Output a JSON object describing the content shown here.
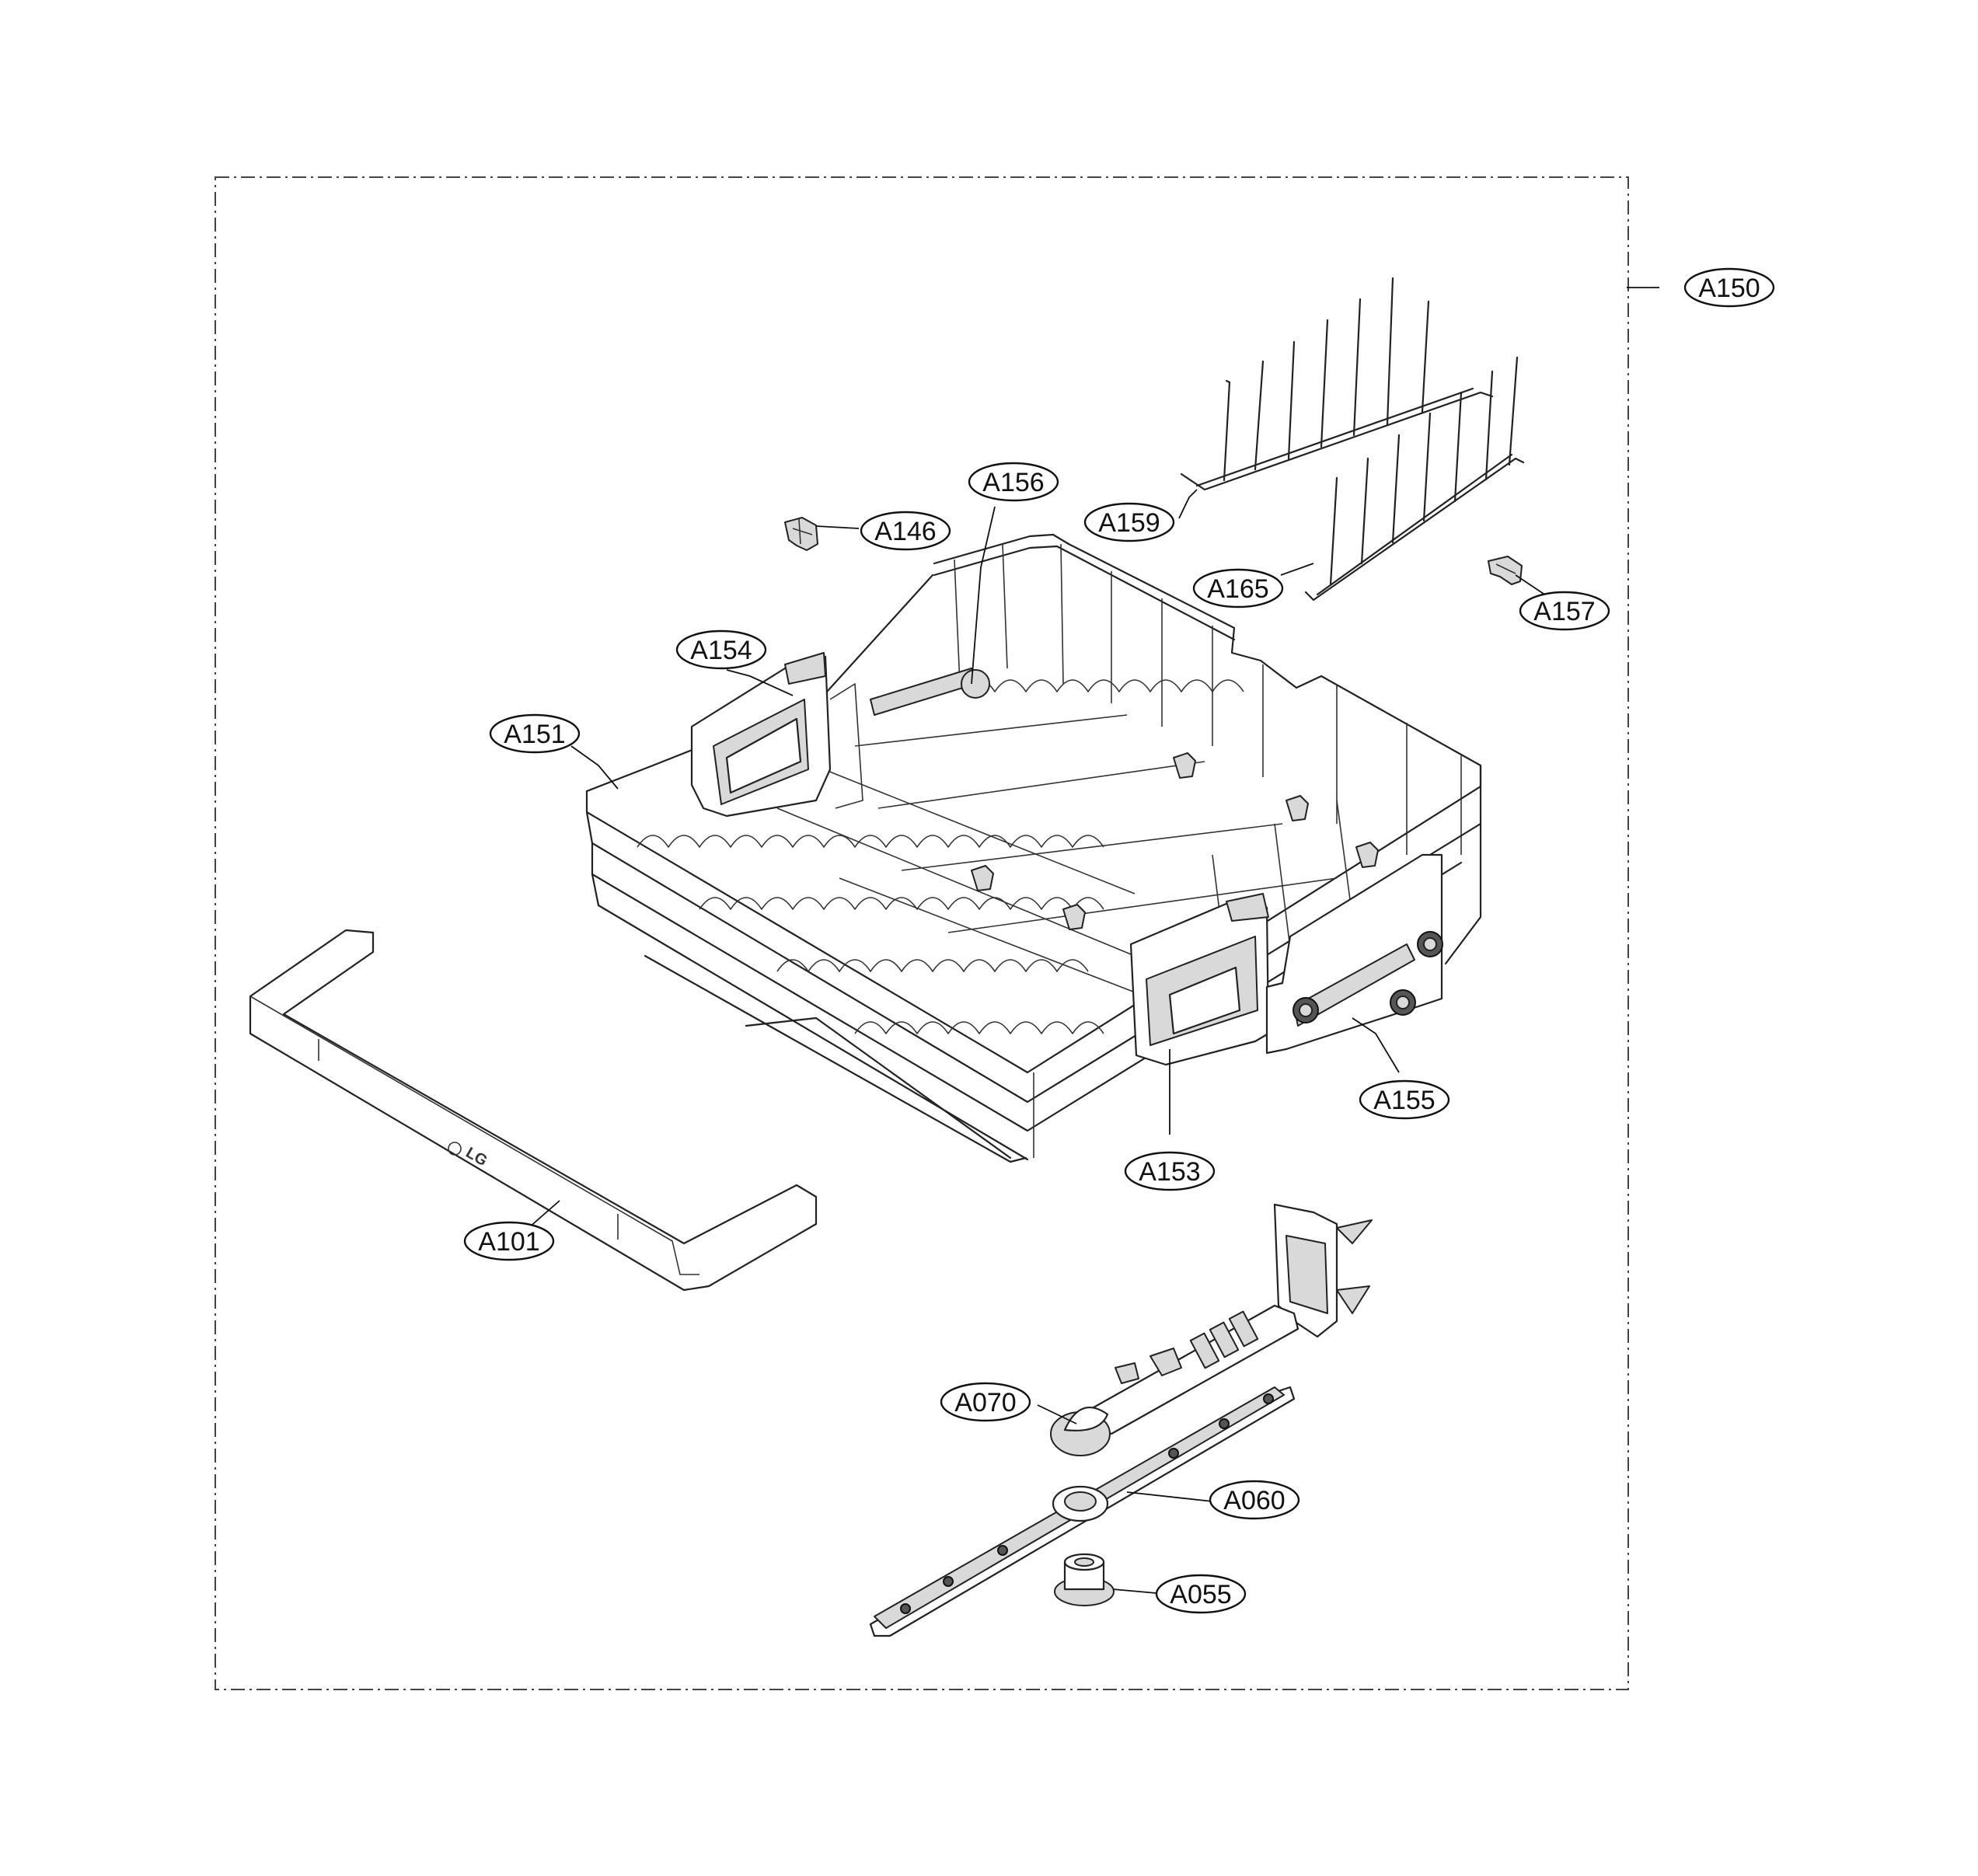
{
  "diagram": {
    "frame_label": "A150",
    "callouts": [
      {
        "id": "A150",
        "name": "callout-a150"
      },
      {
        "id": "A156",
        "name": "callout-a156"
      },
      {
        "id": "A146",
        "name": "callout-a146"
      },
      {
        "id": "A159",
        "name": "callout-a159"
      },
      {
        "id": "A165",
        "name": "callout-a165"
      },
      {
        "id": "A157",
        "name": "callout-a157"
      },
      {
        "id": "A154",
        "name": "callout-a154"
      },
      {
        "id": "A151",
        "name": "callout-a151"
      },
      {
        "id": "A155",
        "name": "callout-a155"
      },
      {
        "id": "A153",
        "name": "callout-a153"
      },
      {
        "id": "A101",
        "name": "callout-a101"
      },
      {
        "id": "A070",
        "name": "callout-a070"
      },
      {
        "id": "A060",
        "name": "callout-a060"
      },
      {
        "id": "A055",
        "name": "callout-a055"
      }
    ],
    "handle_logo": "LG"
  }
}
